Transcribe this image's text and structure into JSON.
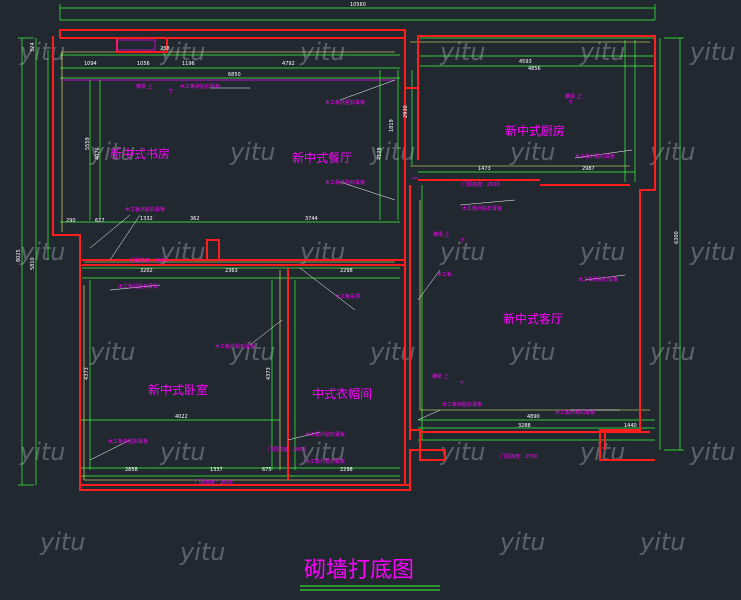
{
  "title": "砌墙打底图",
  "colors": {
    "background": "#212830",
    "wall": "#ff1e1e",
    "dimension": "#39ff39",
    "annotation": "#ff00ff",
    "inner_line": "#ffff66"
  },
  "rooms": {
    "study": "新中式书房",
    "dining": "新中式餐厅",
    "kitchen": "新中式厨房",
    "bedroom": "新中式卧室",
    "wardrobe": "中式衣帽间",
    "living": "新中式客厅"
  },
  "labels": {
    "wood_board": "木工板外贴石膏板",
    "wood": "木工板",
    "wood_drape": "木工板吊顶",
    "door_height_2600": "门洞高度：2600",
    "door_height_2500": "门洞高度：2500",
    "door_height_2700": "门洞高度：2700",
    "beam_up": "横梁  上",
    "beam_down": "下"
  },
  "dimensions": {
    "overall_width": "10560",
    "overall_height_left": "8025",
    "height_left_2": "5810",
    "height_right": "6300",
    "study_top_1": "1094",
    "study_top_2": "1056",
    "study_top_3": "1196",
    "study_width": "6850",
    "dining_top": "4792",
    "kitchen_top_1": "4593",
    "kitchen_top_2": "4856",
    "corr_1": "1332",
    "corr_2": "362",
    "corr_3": "3744",
    "corr_4": "3202",
    "corr_5": "2363",
    "corr_6": "2298",
    "kitchen_bottom_1": "1473",
    "kitchen_bottom_2": "2987",
    "bedroom_width": "4022",
    "bedroom_height": "4373",
    "wardrobe_height": "4373",
    "bottom_1": "2858",
    "bottom_2": "1337",
    "bottom_3": "675",
    "bottom_4": "2298",
    "living_bottom_1": "4890",
    "living_bottom_2": "3288",
    "living_bottom_3": "1440",
    "small_1": "324",
    "small_2": "238",
    "small_3": "627",
    "small_4": "290",
    "small_5": "5559",
    "small_6": "4076",
    "small_7": "1819",
    "small_8": "2930",
    "small_9": "4128"
  },
  "watermark": "yitu"
}
